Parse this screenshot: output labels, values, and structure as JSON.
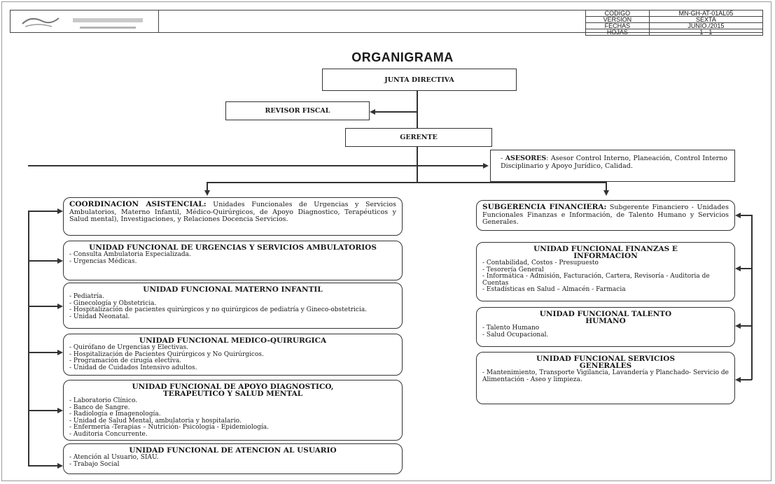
{
  "doc_info": {
    "rows": [
      {
        "label": "CODIGO",
        "value": "MN-GH-AT-01AL05"
      },
      {
        "label": "VERSION",
        "value": "SEXTA"
      },
      {
        "label": "FECHAS",
        "value": "JUNIO./2015"
      },
      {
        "label": "HOJAS",
        "value": "1 - 1"
      }
    ]
  },
  "title": "ORGANIGRAMA",
  "top": {
    "junta": "JUNTA DIRECTIVA",
    "revisor": "REVISOR FISCAL",
    "gerente": "GERENTE",
    "asesores_head": "ASESORES",
    "asesores_text": ": Asesor Control Interno, Planeación, Control Interno Disciplinario y Apoyo Jurídico, Calidad."
  },
  "left": {
    "coord_head": "COORDINACION ASISTENCIAL:",
    "coord_text": " Unidades Funcionales de Urgencias y Servicios Ambulatorios, Materno Infantil, Médico-Quirúrgicos, de Apoyo Diagnostico, Terapéuticos y Salud mental), Investigaciones, y Relaciones Docencia Servicios.",
    "units": [
      {
        "title": "UNIDAD FUNCIONAL DE URGENCIAS Y SERVICIOS AMBULATORIOS",
        "items": [
          "- Consulta Ambulatoria Especializada.",
          "- Urgencias Médicas."
        ]
      },
      {
        "title": "UNIDAD FUNCIONAL MATERNO INFANTIL",
        "items": [
          "- Pediatría.",
          "- Ginecología y Obstetricia.",
          "- Hospitalización de pacientes quirúrgicos y no quirúrgicos de pediatría y Gineco-obstetricia.",
          "- Unidad Neonatal."
        ]
      },
      {
        "title": "UNIDAD FUNCIONAL MEDICO-QUIRURGICA",
        "items": [
          "- Quirófano de Urgencias y Electivas.",
          "- Hospitalización de Pacientes Quirúrgicos y No Quirúrgicos.",
          "- Programación de cirugía electiva.",
          "- Unidad de Cuidados Intensivo adultos."
        ]
      },
      {
        "title": "UNIDAD FUNCIONAL DE APOYO DIAGNOSTICO, TERAPEUTICO Y SALUD MENTAL",
        "items": [
          "- Laboratorio Clínico.",
          "- Banco de Sangre.",
          "- Radiología e Imagenología.",
          "- Unidad de Salud Mental, ambulatoria y hospitalario.",
          "- Enfermería -Terapias – Nutrición- Psicología - Epidemiología.",
          "- Auditoria Concurrente."
        ]
      },
      {
        "title": "UNIDAD FUNCIONAL DE ATENCION AL USUARIO",
        "items": [
          "- Atención al Usuario, SIAU.",
          "- Trabajo Social"
        ]
      }
    ]
  },
  "right": {
    "sub_head": "SUBGERENCIA FINANCIERA:",
    "sub_text": " Subgerente Financiero - Unidades Funcionales Finanzas e Información, de Talento Humano y Servicios Generales.",
    "units": [
      {
        "title": "UNIDAD FUNCIONAL FINANZAS E INFORMACION",
        "items": [
          "- Contabilidad, Costos - Presupuesto",
          "- Tesorería General",
          "- Informática - Admisión, Facturación, Cartera, Revisoría - Auditoria de Cuentas",
          "- Estadísticas en Salud – Almacén - Farmacia"
        ]
      },
      {
        "title": "UNIDAD FUNCIONAL TALENTO HUMANO",
        "items": [
          "- Talento Humano",
          "- Salud Ocupacional."
        ]
      },
      {
        "title": "UNIDAD FUNCIONAL SERVICIOS GENERALES",
        "items": [
          "- Mantenimiento, Transporte Vigilancia, Lavandería y Planchado- Servicio de Alimentación - Aseo y limpieza."
        ]
      }
    ]
  }
}
